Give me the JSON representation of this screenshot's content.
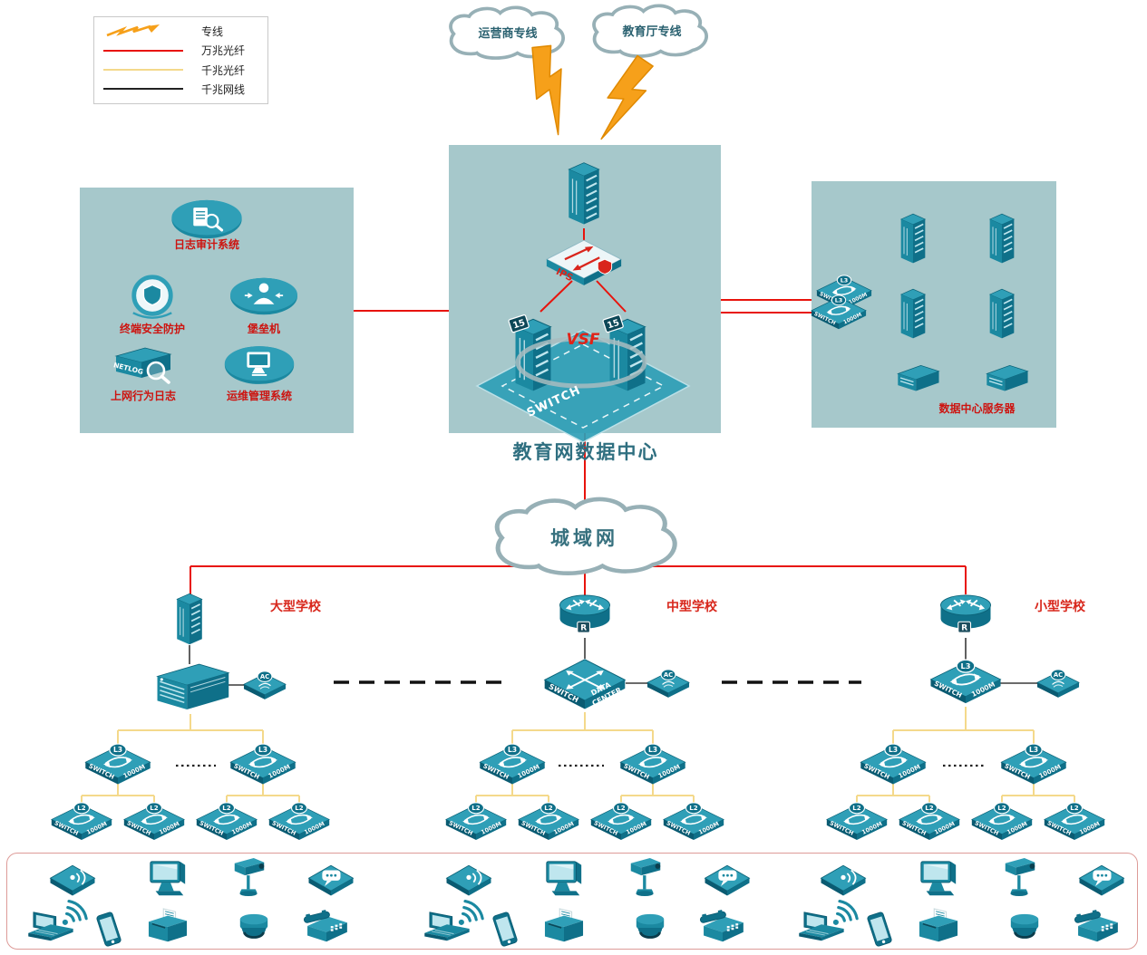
{
  "legend": {
    "items": [
      {
        "label": "专线"
      },
      {
        "label": "万兆光纤"
      },
      {
        "label": "千兆光纤"
      },
      {
        "label": "千兆网线"
      }
    ]
  },
  "clouds": {
    "carrier": "运营商专线",
    "edu": "教育厅专线",
    "man": "城域网"
  },
  "datacenter": {
    "title": "教育网数据中心",
    "vsf": "VSF",
    "switch": "SWITCH",
    "server_badge": "15"
  },
  "labels": {
    "switch": "SWITCH",
    "m1000": "1000M",
    "l3": "L3",
    "l2": "L2",
    "ac": "AC",
    "r": "R",
    "ips": "IPS",
    "data": "DATA",
    "center": "CENTER",
    "netlog": "NETLOG"
  },
  "security": {
    "log_audit": "日志审计系统",
    "terminal": "终端安全防护",
    "bastion": "堡垒机",
    "netlog": "上网行为日志",
    "ops": "运维管理系统"
  },
  "server_room": {
    "label": "数据中心服务器"
  },
  "schools": {
    "large": "大型学校",
    "medium": "中型学校",
    "small": "小型学校"
  }
}
